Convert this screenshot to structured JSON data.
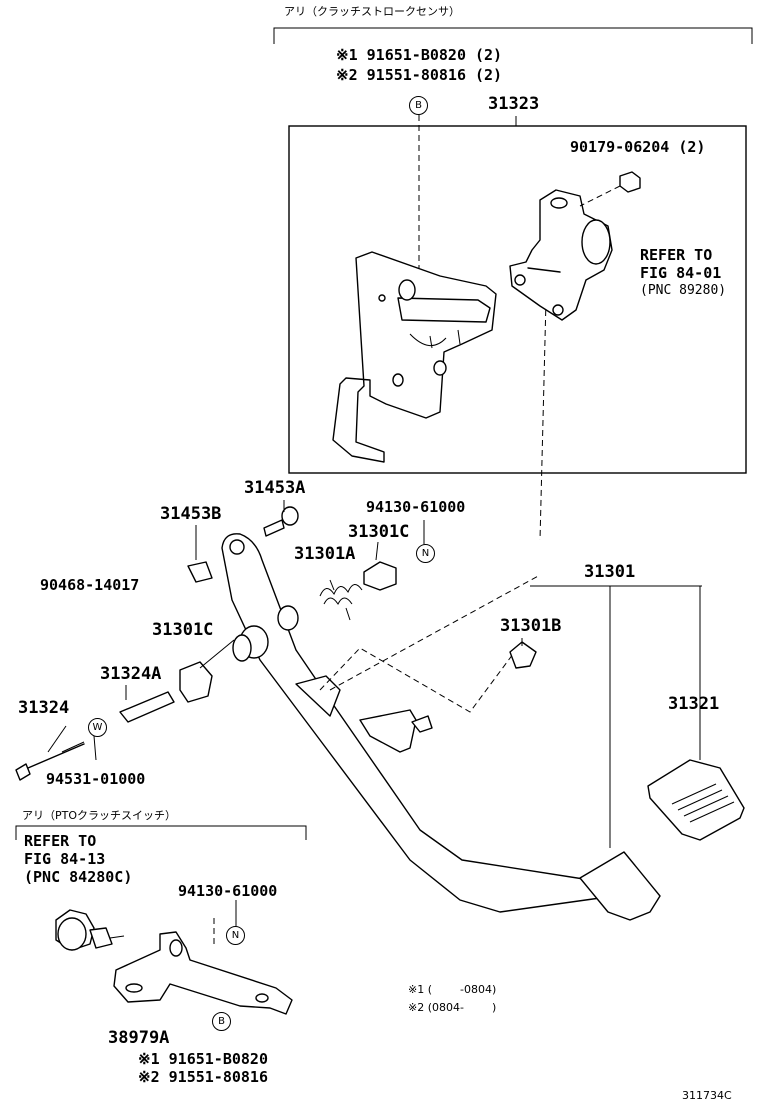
{
  "header": {
    "variant_sensor": "アリ（クラッチストロークセンサ）",
    "variant_pto": "アリ（PTOクラッチスイッチ）"
  },
  "callouts": {
    "b_top_line1": "※1 91651-B0820 (2)",
    "b_top_line2": "※2 91551-80816 (2)",
    "b_top_circle": "B",
    "p31323": "31323",
    "p90179": "90179-06204 (2)",
    "refer1_l1": "REFER TO",
    "refer1_l2": "FIG 84-01",
    "refer1_l3": "(PNC 89280)",
    "p31453A": "31453A",
    "p31453B": "31453B",
    "p94130_a": "94130-61000",
    "n_circle_a": "N",
    "p31301C_a": "31301C",
    "p31301A": "31301A",
    "p90468": "90468-14017",
    "p31301C_b": "31301C",
    "p31301": "31301",
    "p31301B": "31301B",
    "p31324A": "31324A",
    "p31324": "31324",
    "w_circle": "W",
    "p94531": "94531-01000",
    "p31321": "31321",
    "refer2_l1": "REFER TO",
    "refer2_l2": "FIG 84-13",
    "refer2_l3": "(PNC 84280C)",
    "p94130_b": "94130-61000",
    "n_circle_b": "N",
    "p38979A": "38979A",
    "b_bot_circle": "B",
    "b_bot_line1": "※1 91651-B0820",
    "b_bot_line2": "※2 91551-80816",
    "legend1": "※1 (        -0804)",
    "legend2": "※2 (0804-        )",
    "diagram_code": "311734C"
  }
}
